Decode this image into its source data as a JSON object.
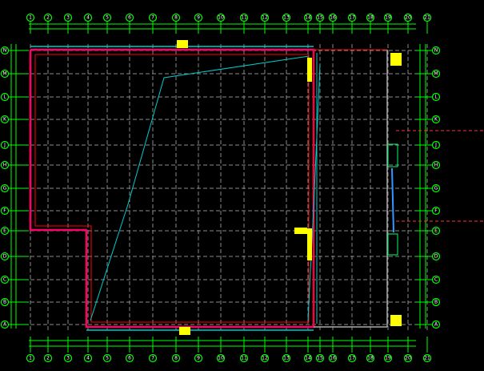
{
  "drawing": {
    "columns": [
      "1",
      "2",
      "3",
      "4",
      "5",
      "6",
      "7",
      "8",
      "9",
      "10",
      "11",
      "12",
      "13",
      "14",
      "15",
      "16",
      "17",
      "18",
      "19",
      "20",
      "21"
    ],
    "rows": [
      "N",
      "M",
      "L",
      "K",
      "J",
      "H",
      "G",
      "F",
      "E",
      "D",
      "C",
      "B",
      "A"
    ],
    "colors": {
      "background": "#000000",
      "axis": "#00ff00",
      "grid": "#8a8a8a",
      "wall": "#ff0066",
      "outline": "#ff0000",
      "pipe": "#00cccc",
      "equipment": "#ffff00",
      "bubble": "#00ff00"
    }
  }
}
